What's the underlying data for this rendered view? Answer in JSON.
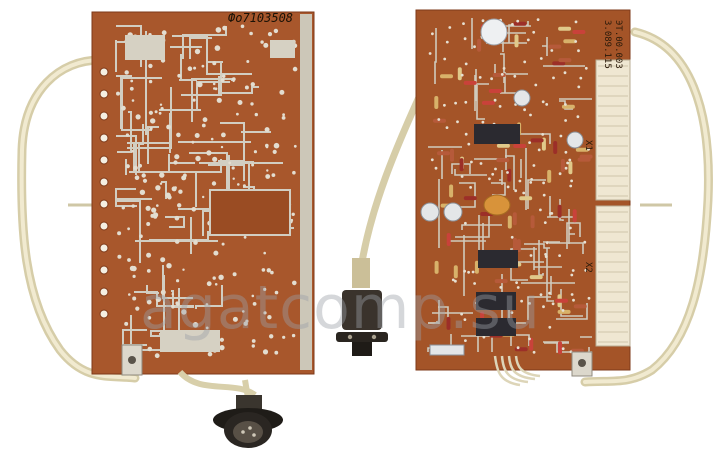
{
  "image": {
    "watermark": "agatcomp.su",
    "left_board": {
      "handwritten_serial": "Фо7103508"
    },
    "right_board": {
      "side_marking_1": "3.089.115",
      "side_marking_2": "ЭТ.00.003",
      "connector_label_1": "X1",
      "connector_label_2": "X2"
    }
  },
  "colors": {
    "board": "#a8572c",
    "board_dark": "#7e3a1a",
    "trace": "#c8c4b8",
    "copper_pad": "#d8d2c4",
    "cable": "#e8dfbe",
    "connector": "#efe7d2",
    "background": "#ffffff"
  }
}
